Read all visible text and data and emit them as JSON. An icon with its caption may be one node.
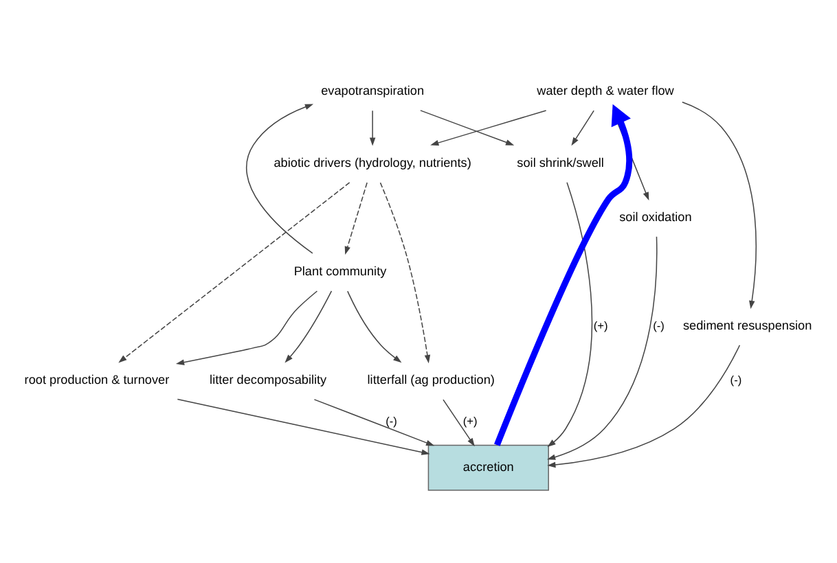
{
  "diagram": {
    "nodes": [
      {
        "text": [
          "evapotranspiration"
        ]
      },
      {
        "text": [
          "water depth & water flow"
        ]
      },
      {
        "text": [
          "soil shrink/swell"
        ]
      },
      {
        "text": [
          "abiotic drivers (hydrology, nutrients)"
        ]
      },
      {
        "text": [
          "soil oxidation"
        ]
      },
      {
        "text": [
          "litterfall (ag production)"
        ]
      },
      {
        "text": [
          "Plant community"
        ]
      },
      {
        "text": [
          "accretion"
        ]
      },
      {
        "text": [
          "sediment resuspension"
        ]
      },
      {
        "text": [
          "root production & turnover"
        ]
      },
      {
        "text": [
          "litter decomposability"
        ]
      }
    ],
    "edges": [
      {
        "from": 6,
        "to": 0,
        "arrow": "to"
      },
      {
        "from": 0,
        "to": 2,
        "arrow": "to"
      },
      {
        "from": 0,
        "to": 3,
        "arrow": "to"
      },
      {
        "from": 1,
        "to": 2,
        "arrow": "to"
      },
      {
        "from": 1,
        "to": 3,
        "arrow": "to"
      },
      {
        "from": 1,
        "to": 4,
        "arrow": "to"
      },
      {
        "from": 1,
        "to": 8,
        "arrow": "to"
      },
      {
        "from": 3,
        "to": 6,
        "arrow": "to",
        "style": "dashed"
      },
      {
        "from": 3,
        "to": 5,
        "arrow": "to",
        "style": "dashed"
      },
      {
        "from": 3,
        "to": 9,
        "arrow": "to",
        "style": "dashed"
      },
      {
        "from": 6,
        "to": 5,
        "arrow": "to"
      },
      {
        "from": 6,
        "to": 9,
        "arrow": "to"
      },
      {
        "from": 6,
        "to": 10,
        "arrow": "to"
      },
      {
        "from": 2,
        "to": 7,
        "arrow": "to",
        "label": "(+)"
      },
      {
        "from": 4,
        "to": 7,
        "arrow": "to",
        "label": "(-)"
      },
      {
        "from": 5,
        "to": 7,
        "arrow": "to",
        "label": "(+)"
      },
      {
        "from": 9,
        "to": 7,
        "arrow": "to"
      },
      {
        "from": 10,
        "to": 7,
        "arrow": "to",
        "label": "(-)"
      },
      {
        "from": 8,
        "to": 7,
        "arrow": "to",
        "label": "(-)"
      },
      {
        "from": 7,
        "to": 1,
        "arrow": "to",
        "style": "thick",
        "color": "#0000ff"
      }
    ]
  }
}
